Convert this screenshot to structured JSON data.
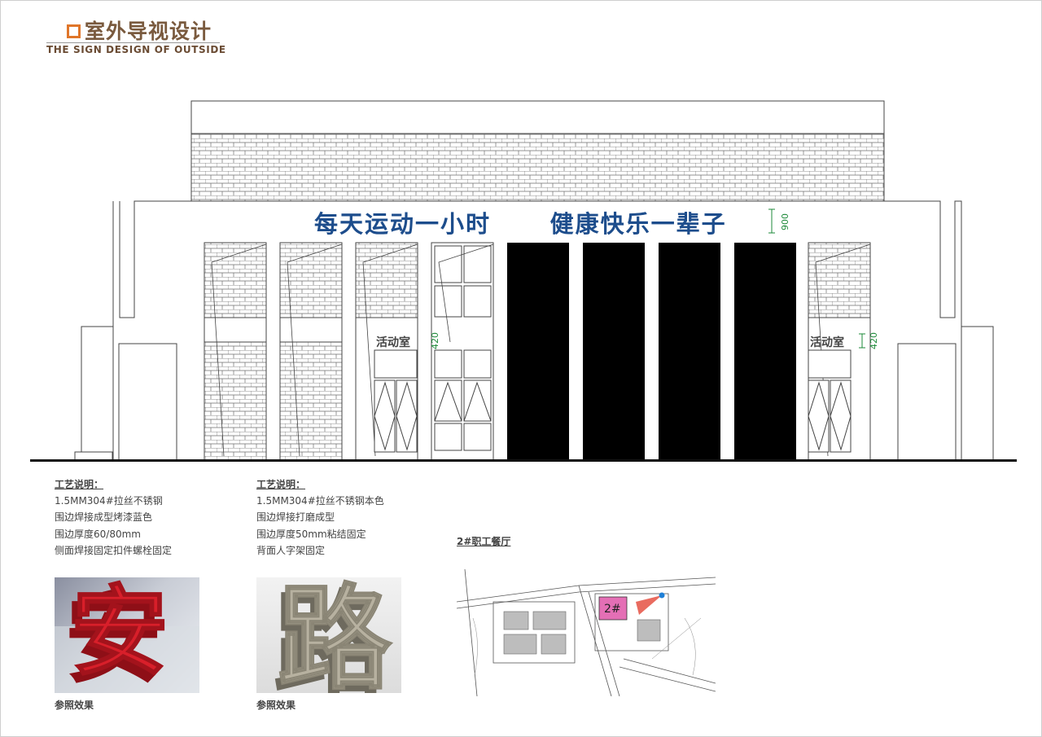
{
  "header": {
    "title": "室外导视设计",
    "subtitle": "THE SIGN DESIGN OF OUTSIDE"
  },
  "elevation": {
    "slogan": "每天运动一小时      健康快乐一辈子",
    "slogan_dim": "900",
    "room_sign_left": "活动室",
    "room_sign_right": "活动室",
    "room_dim_left": "420",
    "room_dim_right": "420"
  },
  "notes": [
    {
      "title": "工艺说明：",
      "lines": [
        "1.5MM304#拉丝不锈钢",
        "围边焊接成型烤漆蓝色",
        "围边厚度60/80mm",
        "侧面焊接固定扣件螺栓固定"
      ],
      "ref_label": "参照效果",
      "photo_glyph": "安"
    },
    {
      "title": "工艺说明：",
      "lines": [
        "1.5MM304#拉丝不锈钢本色",
        "围边焊接打磨成型",
        "围边厚度50mm粘结固定",
        "背面人字架固定"
      ],
      "ref_label": "参照效果",
      "photo_glyph": "路"
    }
  ],
  "site_plan": {
    "title": "2#职工餐厅",
    "building_label": "2#"
  },
  "colors": {
    "accent": "#e0762a",
    "slogan": "#1d4d8c",
    "dimension": "#1e8a3a",
    "highlight": "#e46fb5"
  }
}
